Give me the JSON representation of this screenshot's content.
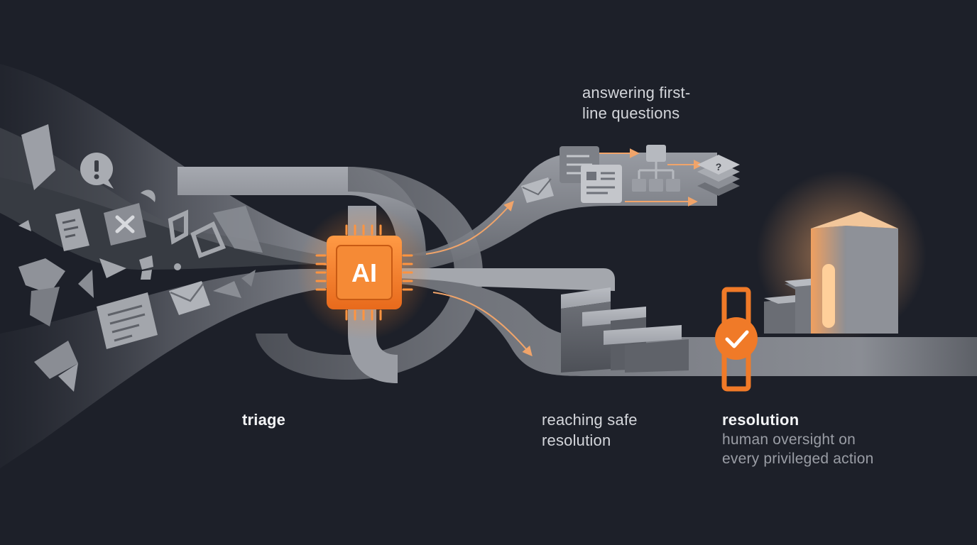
{
  "labels": {
    "answering": "answering first-\nline questions",
    "triage": "triage",
    "safe_resolution": "reaching safe\nresolution",
    "resolution_title": "resolution",
    "resolution_detail": "human oversight on\nevery privileged action"
  },
  "chip": {
    "text": "AI"
  },
  "colors": {
    "background": "#1d2029",
    "accent": "#f07a28",
    "accent_glow": "#ffb070",
    "ribbon": "#8d9097",
    "text": "#d4d6db",
    "muted": "#9a9da5"
  },
  "icons": [
    "exclamation-bubble-icon",
    "x-box-icon",
    "document-icon",
    "envelope-icon",
    "chat-lines-icon",
    "flowchart-icon",
    "stack-question-icon",
    "checkmark-icon"
  ]
}
